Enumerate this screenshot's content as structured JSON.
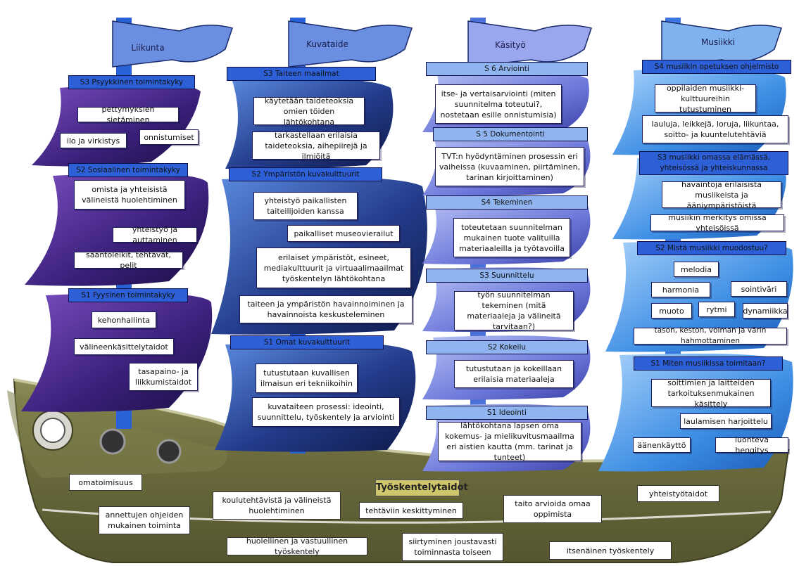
{
  "masts": [
    {
      "flag": "Liikunta",
      "sections": [
        {
          "header": "S3 Psyykkinen toimintakyky",
          "items": [
            "pettymyksien sietäminen",
            "onnistumiset",
            "ilo ja virkistys"
          ]
        },
        {
          "header": "S2 Sosiaalinen toimintakyky",
          "items": [
            "omista ja yhteisistä välineistä huolehtiminen",
            "yhteistyö ja auttaminen",
            "sääntöleikit, tehtävät, pelit"
          ]
        },
        {
          "header": "S1 Fyysinen toimintakyky",
          "items": [
            "kehonhallinta",
            "välineenkäsittelytaidot",
            "tasapaino- ja liikkumistaidot"
          ]
        }
      ]
    },
    {
      "flag": "Kuvataide",
      "sections": [
        {
          "header": "S3 Taiteen maailmat",
          "items": [
            "käytetään taideteoksia omien töiden lähtökohtana",
            "tarkastellaan erilaisia taideteoksia, aihepiirejä ja ilmiöitä"
          ]
        },
        {
          "header": "S2 Ympäristön kuvakulttuurit",
          "items": [
            "yhteistyö paikallisten taiteilijoiden kanssa",
            "paikalliset museovierailut",
            "erilaiset ympäristöt, esineet, mediakulttuurit ja virtuaalimaailmat työskentelyn lähtökohtana",
            "taiteen ja ympäristön havainnoiminen ja havainnoista keskusteleminen"
          ]
        },
        {
          "header": "S1 Omat kuvakulttuurit",
          "items": [
            "tutustutaan kuvallisen ilmaisun eri tekniikoihin",
            "kuvataiteen prosessi: ideointi, suunnittelu, työskentely ja arviointi"
          ]
        }
      ]
    },
    {
      "flag": "Käsityö",
      "sections": [
        {
          "header": "S 6 Arviointi",
          "items": [
            "itse- ja vertaisarviointi (miten suunnitelma toteutui?, nostetaan esille onnistumisia)"
          ]
        },
        {
          "header": "S 5 Dokumentointi",
          "items": [
            "TVT:n hyödyntäminen prosessin eri vaiheissa (kuvaaminen, piirtäminen, tarinan kirjoittaminen)"
          ]
        },
        {
          "header": "S4 Tekeminen",
          "items": [
            "toteutetaan suunnitelman mukainen tuote valituilla materiaaleilla ja työtavoilla"
          ]
        },
        {
          "header": "S3 Suunnittelu",
          "items": [
            "työn suunnitelman tekeminen (mitä materiaaleja ja välineitä tarvitaan?)"
          ]
        },
        {
          "header": "S2 Kokeilu",
          "items": [
            "tutustutaan ja kokeillaan erilaisia materiaaleja"
          ]
        },
        {
          "header": "S1 Ideointi",
          "items": [
            "lähtökohtana lapsen oma kokemus- ja mielikuvitusmaailma eri aistien kautta (mm. tarinat ja tunteet)"
          ]
        }
      ]
    },
    {
      "flag": "Musiikki",
      "sections": [
        {
          "header": "S4 musiikin opetuksen ohjelmisto",
          "items": [
            "oppilaiden musiikki-kulttuureihin tutustuminen",
            "lauluja, leikkejä, loruja, liikuntaa, soitto- ja kuuntelutehtäviä"
          ]
        },
        {
          "header": "S3 musiikki omassa elämässä, yhteisössä ja yhteiskunnassa",
          "items": [
            "havaintoja erilaisista musiikeista ja ääniympäristöistä",
            "musiikin merkitys omissa yhteisöissä"
          ]
        },
        {
          "header": "S2 Mistä musiikki muodostuu?",
          "items": [
            "melodia",
            "harmonia",
            "sointiväri",
            "muoto",
            "rytmi",
            "dynamiikka",
            "tason, keston, voiman ja värin hahmottaminen"
          ]
        },
        {
          "header": "S1 Miten musiikissa toimitaan?",
          "items": [
            "soittimien ja laitteiden tarkoituksenmukainen käsittely",
            "laulamisen harjoittelu",
            "äänenkäyttö",
            "luonteva hengitys"
          ]
        }
      ]
    }
  ],
  "hull": {
    "title": "Työskentelytaidot",
    "items": [
      "omatoimisuus",
      "koulutehtävistä ja välineistä huolehtiminen",
      "yhteistyötaidot",
      "tehtäviin keskittyminen",
      "taito arvioida omaa oppimista",
      "annettujen ohjeiden mukainen toiminta",
      "huolellinen ja vastuullinen työskentely",
      "siirtyminen joustavasti toiminnasta toiseen",
      "itsenäinen työskentely"
    ]
  }
}
